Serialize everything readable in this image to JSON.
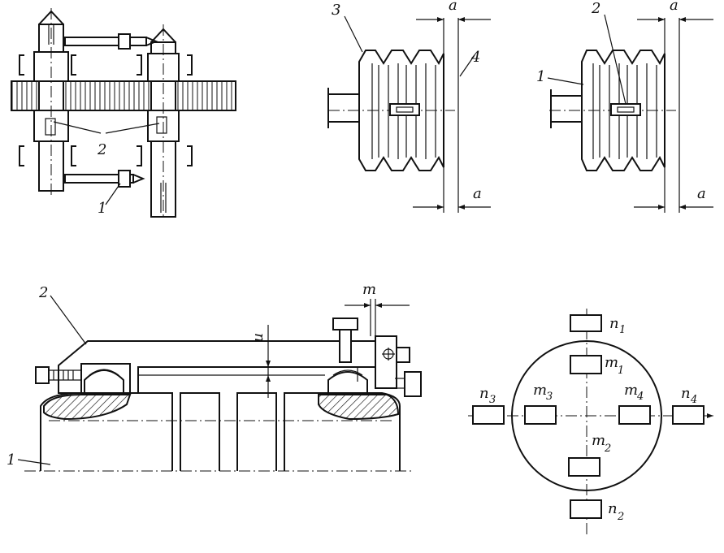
{
  "fig_a": {
    "label_1": "1",
    "label_2": "2"
  },
  "fig_b": {
    "label_3": "3",
    "label_4": "4",
    "dim_top": "a",
    "dim_bottom": "a"
  },
  "fig_c": {
    "label_2": "2",
    "label_1": "1",
    "dim_top": "a",
    "dim_bottom": "a"
  },
  "fig_d": {
    "label_2": "2",
    "label_1": "1",
    "dim_n": "n",
    "dim_m": "m"
  },
  "fig_e": {
    "n1": "n",
    "n1_sub": "1",
    "m1": "m",
    "m1_sub": "1",
    "n3": "n",
    "n3_sub": "3",
    "m3": "m",
    "m3_sub": "3",
    "m4": "m",
    "m4_sub": "4",
    "n4": "n",
    "n4_sub": "4",
    "m2": "m",
    "m2_sub": "2",
    "n2": "n",
    "n2_sub": "2"
  }
}
